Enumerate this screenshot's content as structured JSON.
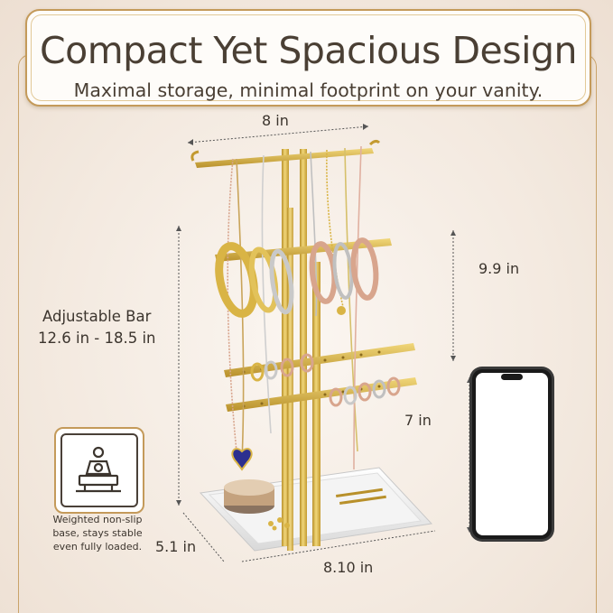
{
  "header": {
    "title": "Compact Yet Spacious Design",
    "subtitle": "Maximal storage, minimal footprint on your vanity."
  },
  "dimensions": {
    "top_width": "8 in",
    "adjustable_bar_line1": "Adjustable Bar",
    "adjustable_bar_line2": "12.6 in - 18.5 in",
    "upper_height": "9.9 in",
    "lower_height": "7 in",
    "base_depth": "5.1 in",
    "base_width": "8.10 in"
  },
  "feature_badge": {
    "icon": "weighted-base-icon",
    "lines": [
      "Weighted non-slip",
      "base, stays stable",
      "even fully loaded."
    ]
  },
  "colors": {
    "gold": "#d9b445",
    "gold_dark": "#b8902a",
    "frame": "#c49a5a",
    "text": "#3c352e"
  }
}
